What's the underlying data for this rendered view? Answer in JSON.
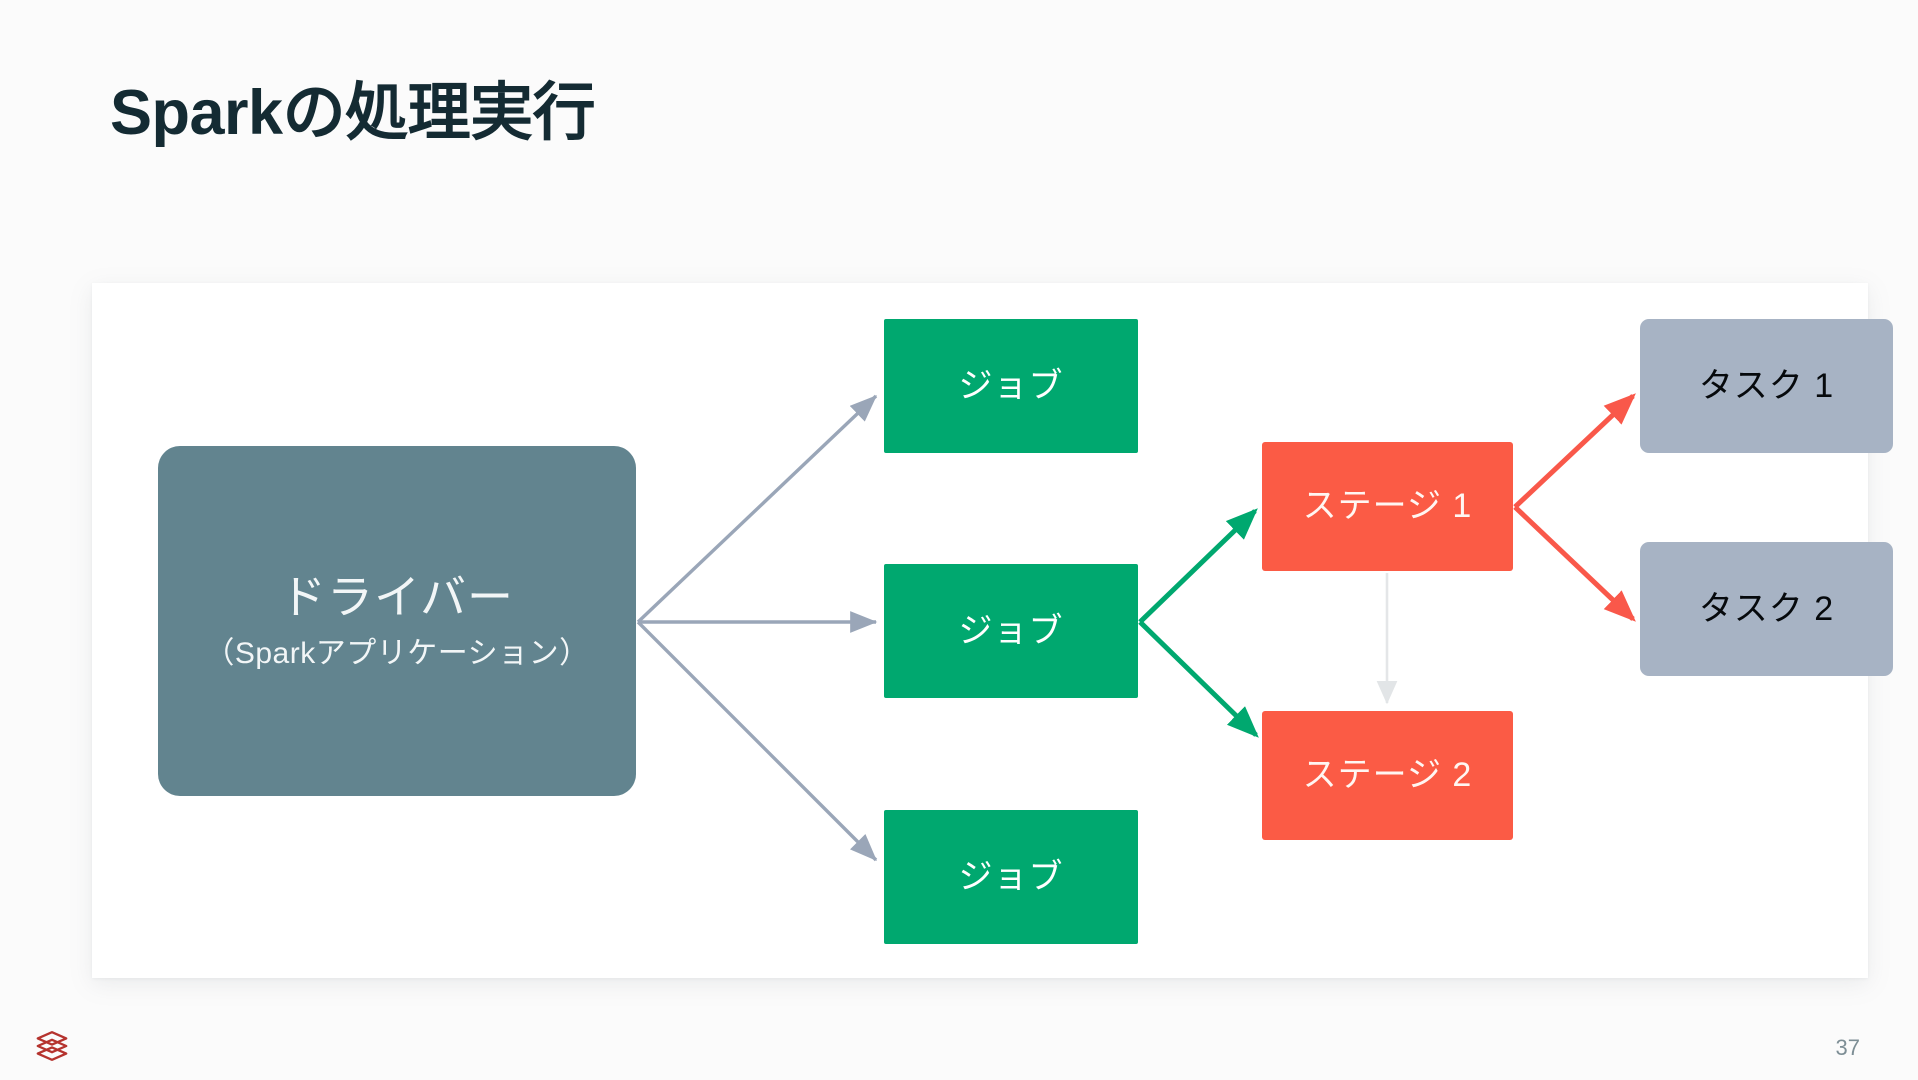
{
  "slide": {
    "title": "Sparkの処理実行",
    "page_number": "37",
    "logo": "databricks-logo",
    "background_color": "#fbfbfb",
    "title_color": "#142b33"
  },
  "diagram": {
    "card_background": "#ffffff",
    "nodes": {
      "driver": {
        "title": "ドライバー",
        "subtitle": "（Sparkアプリケーション）",
        "color": "#62848f",
        "text_color": "#f2f6f7"
      },
      "jobs": [
        {
          "label": "ジョブ",
          "color": "#00a86f",
          "text_color": "#ffffff"
        },
        {
          "label": "ジョブ",
          "color": "#00a86f",
          "text_color": "#ffffff"
        },
        {
          "label": "ジョブ",
          "color": "#00a86f",
          "text_color": "#ffffff"
        }
      ],
      "stages": [
        {
          "label": "ステージ 1",
          "color": "#fb5b45",
          "text_color": "#fff6f2"
        },
        {
          "label": "ステージ 2",
          "color": "#fb5b45",
          "text_color": "#fff6f2"
        }
      ],
      "tasks": [
        {
          "label": "タスク 1",
          "color": "#a7b3c4",
          "text_color": "#06090c"
        },
        {
          "label": "タスク 2",
          "color": "#a7b3c4",
          "text_color": "#06090c"
        }
      ]
    },
    "edges": [
      {
        "from": "driver",
        "to": "job-1",
        "color": "#9aa6b8",
        "style": "solid"
      },
      {
        "from": "driver",
        "to": "job-2",
        "color": "#9aa6b8",
        "style": "solid"
      },
      {
        "from": "driver",
        "to": "job-3",
        "color": "#9aa6b8",
        "style": "solid"
      },
      {
        "from": "job-2",
        "to": "stage-1",
        "color": "#00a86f",
        "style": "solid"
      },
      {
        "from": "job-2",
        "to": "stage-2",
        "color": "#00a86f",
        "style": "solid"
      },
      {
        "from": "stage-1",
        "to": "stage-2",
        "color": "#e4e6e8",
        "style": "solid"
      },
      {
        "from": "stage-1",
        "to": "task-1",
        "color": "#f9584a",
        "style": "solid"
      },
      {
        "from": "stage-1",
        "to": "task-2",
        "color": "#f9584a",
        "style": "solid"
      }
    ]
  }
}
